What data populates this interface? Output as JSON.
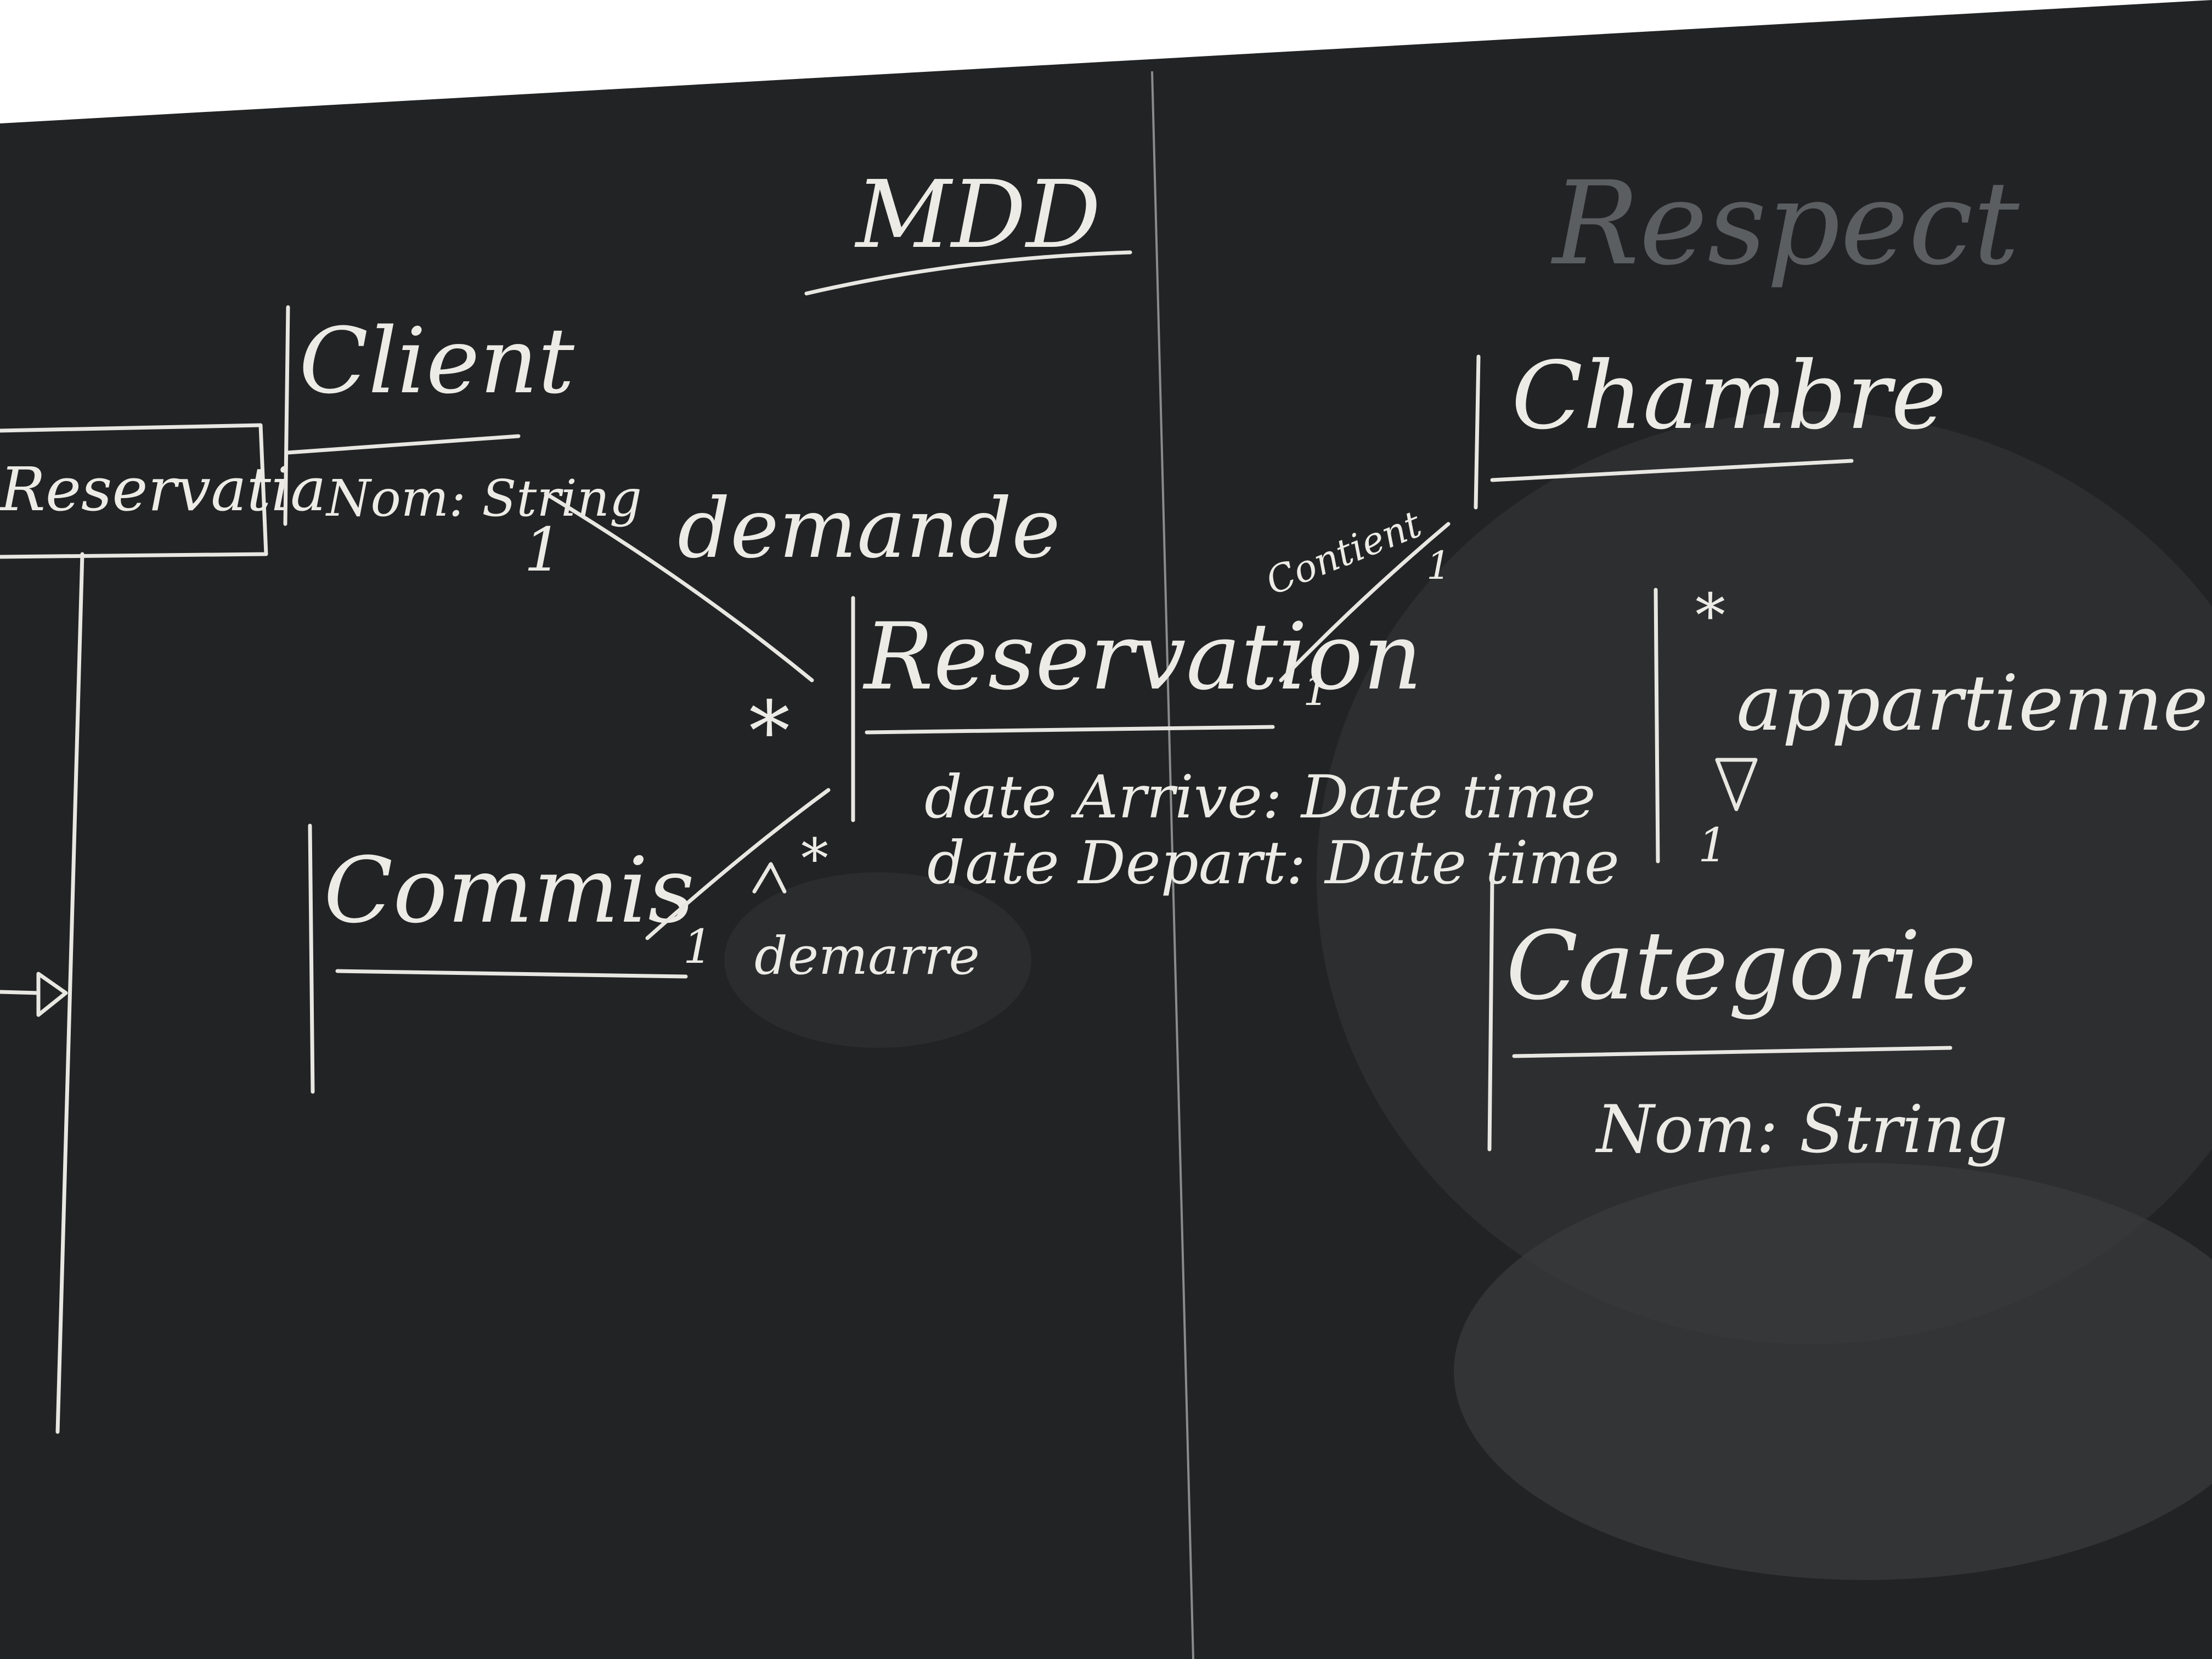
{
  "board": {
    "title": "MDD",
    "faint_text": "Respect",
    "colors": {
      "board": "#222324",
      "chalk": "#ecebe6",
      "wall": "#ffffff"
    }
  },
  "classes": {
    "reservation_partial": {
      "name": "Reservatia"
    },
    "client": {
      "name": "Client",
      "attribute": "Nom: String"
    },
    "reservation": {
      "name": "Reservation",
      "attributes": [
        "date Arrive: Date time",
        "date Depart: Date time"
      ]
    },
    "commis": {
      "name": "Commis"
    },
    "chambre": {
      "name": "Chambre"
    },
    "categorie": {
      "name": "Categorie",
      "attribute": "Nom: String"
    }
  },
  "associations": {
    "demande": {
      "label": "demande",
      "mult_client": "1",
      "mult_reservation": "*"
    },
    "demarre": {
      "label": "demarre",
      "mult_commis": "1",
      "mult_reservation": "*"
    },
    "contient": {
      "label": "Contient",
      "mult_chambre": "1",
      "mult_reservation": "1"
    },
    "appartiennent": {
      "label": "appartiennent",
      "mult_chambre": "*",
      "mult_categorie": "1"
    }
  }
}
